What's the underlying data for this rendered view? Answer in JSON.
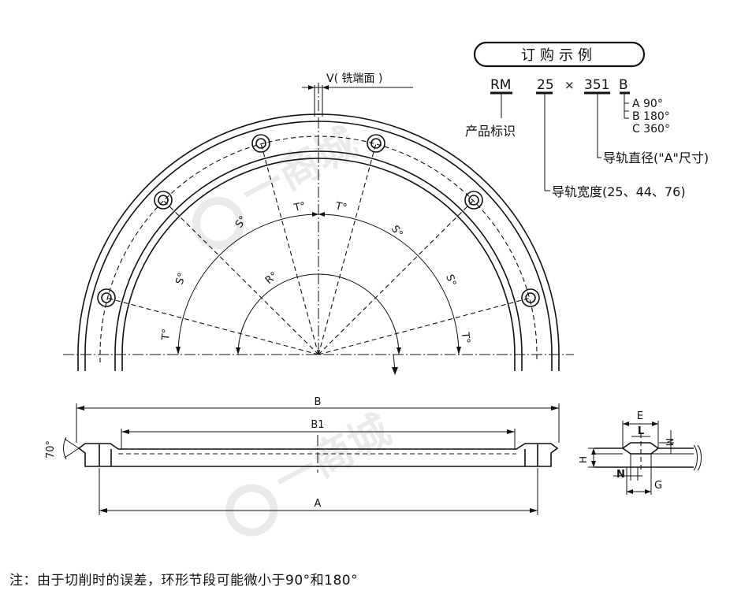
{
  "order_example": {
    "title": "订购示例",
    "code_series": "RM",
    "code_width": "25",
    "code_times": "×",
    "code_diameter": "351",
    "code_angle": "B",
    "angle_options": [
      "A 90°",
      "B 180°",
      "C 360°"
    ],
    "label_series": "产品标识",
    "label_diameter": "导轨直径(\"A\"尺寸)",
    "label_width": "导轨宽度(25、44、76)"
  },
  "plan_view": {
    "v_label": "V( 铣端面 )",
    "angle_labels": [
      "S°",
      "S°",
      "T°",
      "T°",
      "S°",
      "S°",
      "R°",
      "T°",
      "T°"
    ]
  },
  "section_view": {
    "dim_B": "B",
    "dim_B1": "B1",
    "dim_A": "A",
    "angle": "70°"
  },
  "detail_view": {
    "labels": [
      "E",
      "L",
      "M",
      "H",
      "N",
      "G"
    ]
  },
  "note": "注：由于切削时的误差，环形节段可能微小于90°和180°",
  "watermark": "一商城"
}
